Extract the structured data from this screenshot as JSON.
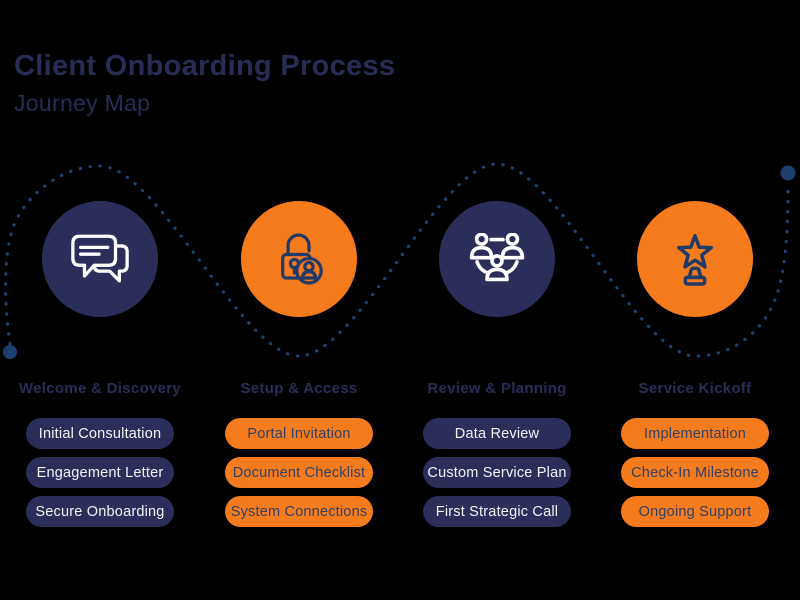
{
  "header": {
    "title": "Client Onboarding Process",
    "subtitle": "Journey Map"
  },
  "stages": [
    {
      "label": "Welcome & Discovery",
      "icon": "chat-bubbles-icon",
      "theme": "navy",
      "steps": [
        "Initial Consultation",
        "Engagement Letter",
        "Secure Onboarding"
      ]
    },
    {
      "label": "Setup & Access",
      "icon": "unlock-user-icon",
      "theme": "orange",
      "steps": [
        "Portal Invitation",
        "Document Checklist",
        "System Connections"
      ]
    },
    {
      "label": "Review & Planning",
      "icon": "team-network-icon",
      "theme": "navy",
      "steps": [
        "Data Review",
        "Custom Service Plan",
        "First Strategic Call"
      ]
    },
    {
      "label": "Service Kickoff",
      "icon": "star-trophy-icon",
      "theme": "orange",
      "steps": [
        "Implementation",
        "Check-In Milestone",
        "Ongoing Support"
      ]
    }
  ],
  "colors": {
    "background": "#000000",
    "navy": "#2b2e5a",
    "orange": "#f57b1c",
    "heading_text": "#292d56",
    "pill_text_light": "#f3f4f8",
    "pill_text_dark": "#2e4268",
    "dotted_path": "#1c4577",
    "path_endpoint_dot": "#1d3f6d",
    "icon_stroke_light": "#ffffff",
    "icon_stroke_dark": "#223a68"
  }
}
